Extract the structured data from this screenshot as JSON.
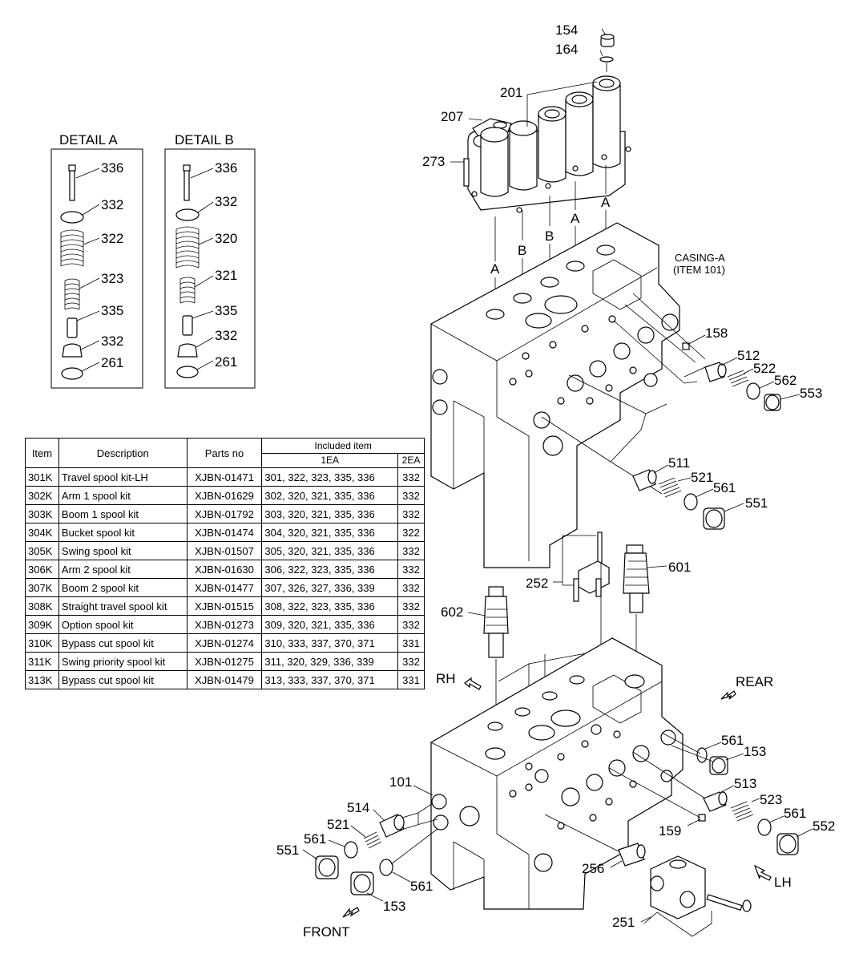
{
  "details": [
    {
      "title": "DETAIL A",
      "labels": [
        "336",
        "332",
        "322",
        "323",
        "335",
        "332",
        "261"
      ]
    },
    {
      "title": "DETAIL B",
      "labels": [
        "336",
        "332",
        "320",
        "321",
        "335",
        "332",
        "261"
      ]
    }
  ],
  "table": {
    "headers": {
      "item": "Item",
      "description": "Description",
      "parts_no": "Parts no",
      "included": "Included item",
      "ea1": "1EA",
      "ea2": "2EA"
    },
    "rows": [
      {
        "item": "301K",
        "description": "Travel spool kit-LH",
        "parts_no": "XJBN-01471",
        "ea1": "301, 322, 323, 335, 336",
        "ea2": "332"
      },
      {
        "item": "302K",
        "description": "Arm 1 spool kit",
        "parts_no": "XJBN-01629",
        "ea1": "302, 320, 321, 335, 336",
        "ea2": "332"
      },
      {
        "item": "303K",
        "description": "Boom 1 spool kit",
        "parts_no": "XJBN-01792",
        "ea1": "303, 320, 321, 335, 336",
        "ea2": "332"
      },
      {
        "item": "304K",
        "description": "Bucket spool kit",
        "parts_no": "XJBN-01474",
        "ea1": "304, 320, 321, 335, 336",
        "ea2": "322"
      },
      {
        "item": "305K",
        "description": "Swing spool kit",
        "parts_no": "XJBN-01507",
        "ea1": "305, 320, 321, 335, 336",
        "ea2": "332"
      },
      {
        "item": "306K",
        "description": "Arm 2 spool kit",
        "parts_no": "XJBN-01630",
        "ea1": "306, 322, 323, 335, 336",
        "ea2": "332"
      },
      {
        "item": "307K",
        "description": "Boom 2 spool kit",
        "parts_no": "XJBN-01477",
        "ea1": "307, 326, 327, 336, 339",
        "ea2": "332"
      },
      {
        "item": "308K",
        "description": "Straight travel spool kit",
        "parts_no": "XJBN-01515",
        "ea1": "308, 322, 323, 335, 336",
        "ea2": "332"
      },
      {
        "item": "309K",
        "description": "Option spool kit",
        "parts_no": "XJBN-01273",
        "ea1": "309, 320, 321, 335, 336",
        "ea2": "332"
      },
      {
        "item": "310K",
        "description": "Bypass cut spool kit",
        "parts_no": "XJBN-01274",
        "ea1": "310, 333, 337, 370, 371",
        "ea2": "331"
      },
      {
        "item": "311K",
        "description": "Swing priority spool kit",
        "parts_no": "XJBN-01275",
        "ea1": "311, 320, 329, 336, 339",
        "ea2": "332"
      },
      {
        "item": "313K",
        "description": "Bypass cut spool kit",
        "parts_no": "XJBN-01479",
        "ea1": "313, 333, 337, 370, 371",
        "ea2": "331"
      }
    ]
  },
  "upper": {
    "casing_label_1": "CASING-A",
    "casing_label_2": "(ITEM 101)",
    "port_letters": [
      "A",
      "B",
      "B",
      "A",
      "A"
    ],
    "callouts": {
      "c154": "154",
      "c164": "164",
      "c201": "201",
      "c207": "207",
      "c273": "273",
      "c158": "158",
      "c512": "512",
      "c522": "522",
      "c562": "562",
      "c553": "553",
      "c511": "511",
      "c521": "521",
      "c561": "561",
      "c551": "551"
    }
  },
  "lower": {
    "directions": {
      "rh": "RH",
      "rear": "REAR",
      "front": "FRONT",
      "lh": "LH"
    },
    "callouts": {
      "c252": "252",
      "c601": "601",
      "c602": "602",
      "c561a": "561",
      "c153a": "153",
      "c101": "101",
      "c514": "514",
      "c521": "521",
      "c561b": "561",
      "c551": "551",
      "c513": "513",
      "c523": "523",
      "c561c": "561",
      "c552": "552",
      "c159": "159",
      "c561d": "561",
      "c153b": "153",
      "c256": "256",
      "c251": "251"
    }
  }
}
